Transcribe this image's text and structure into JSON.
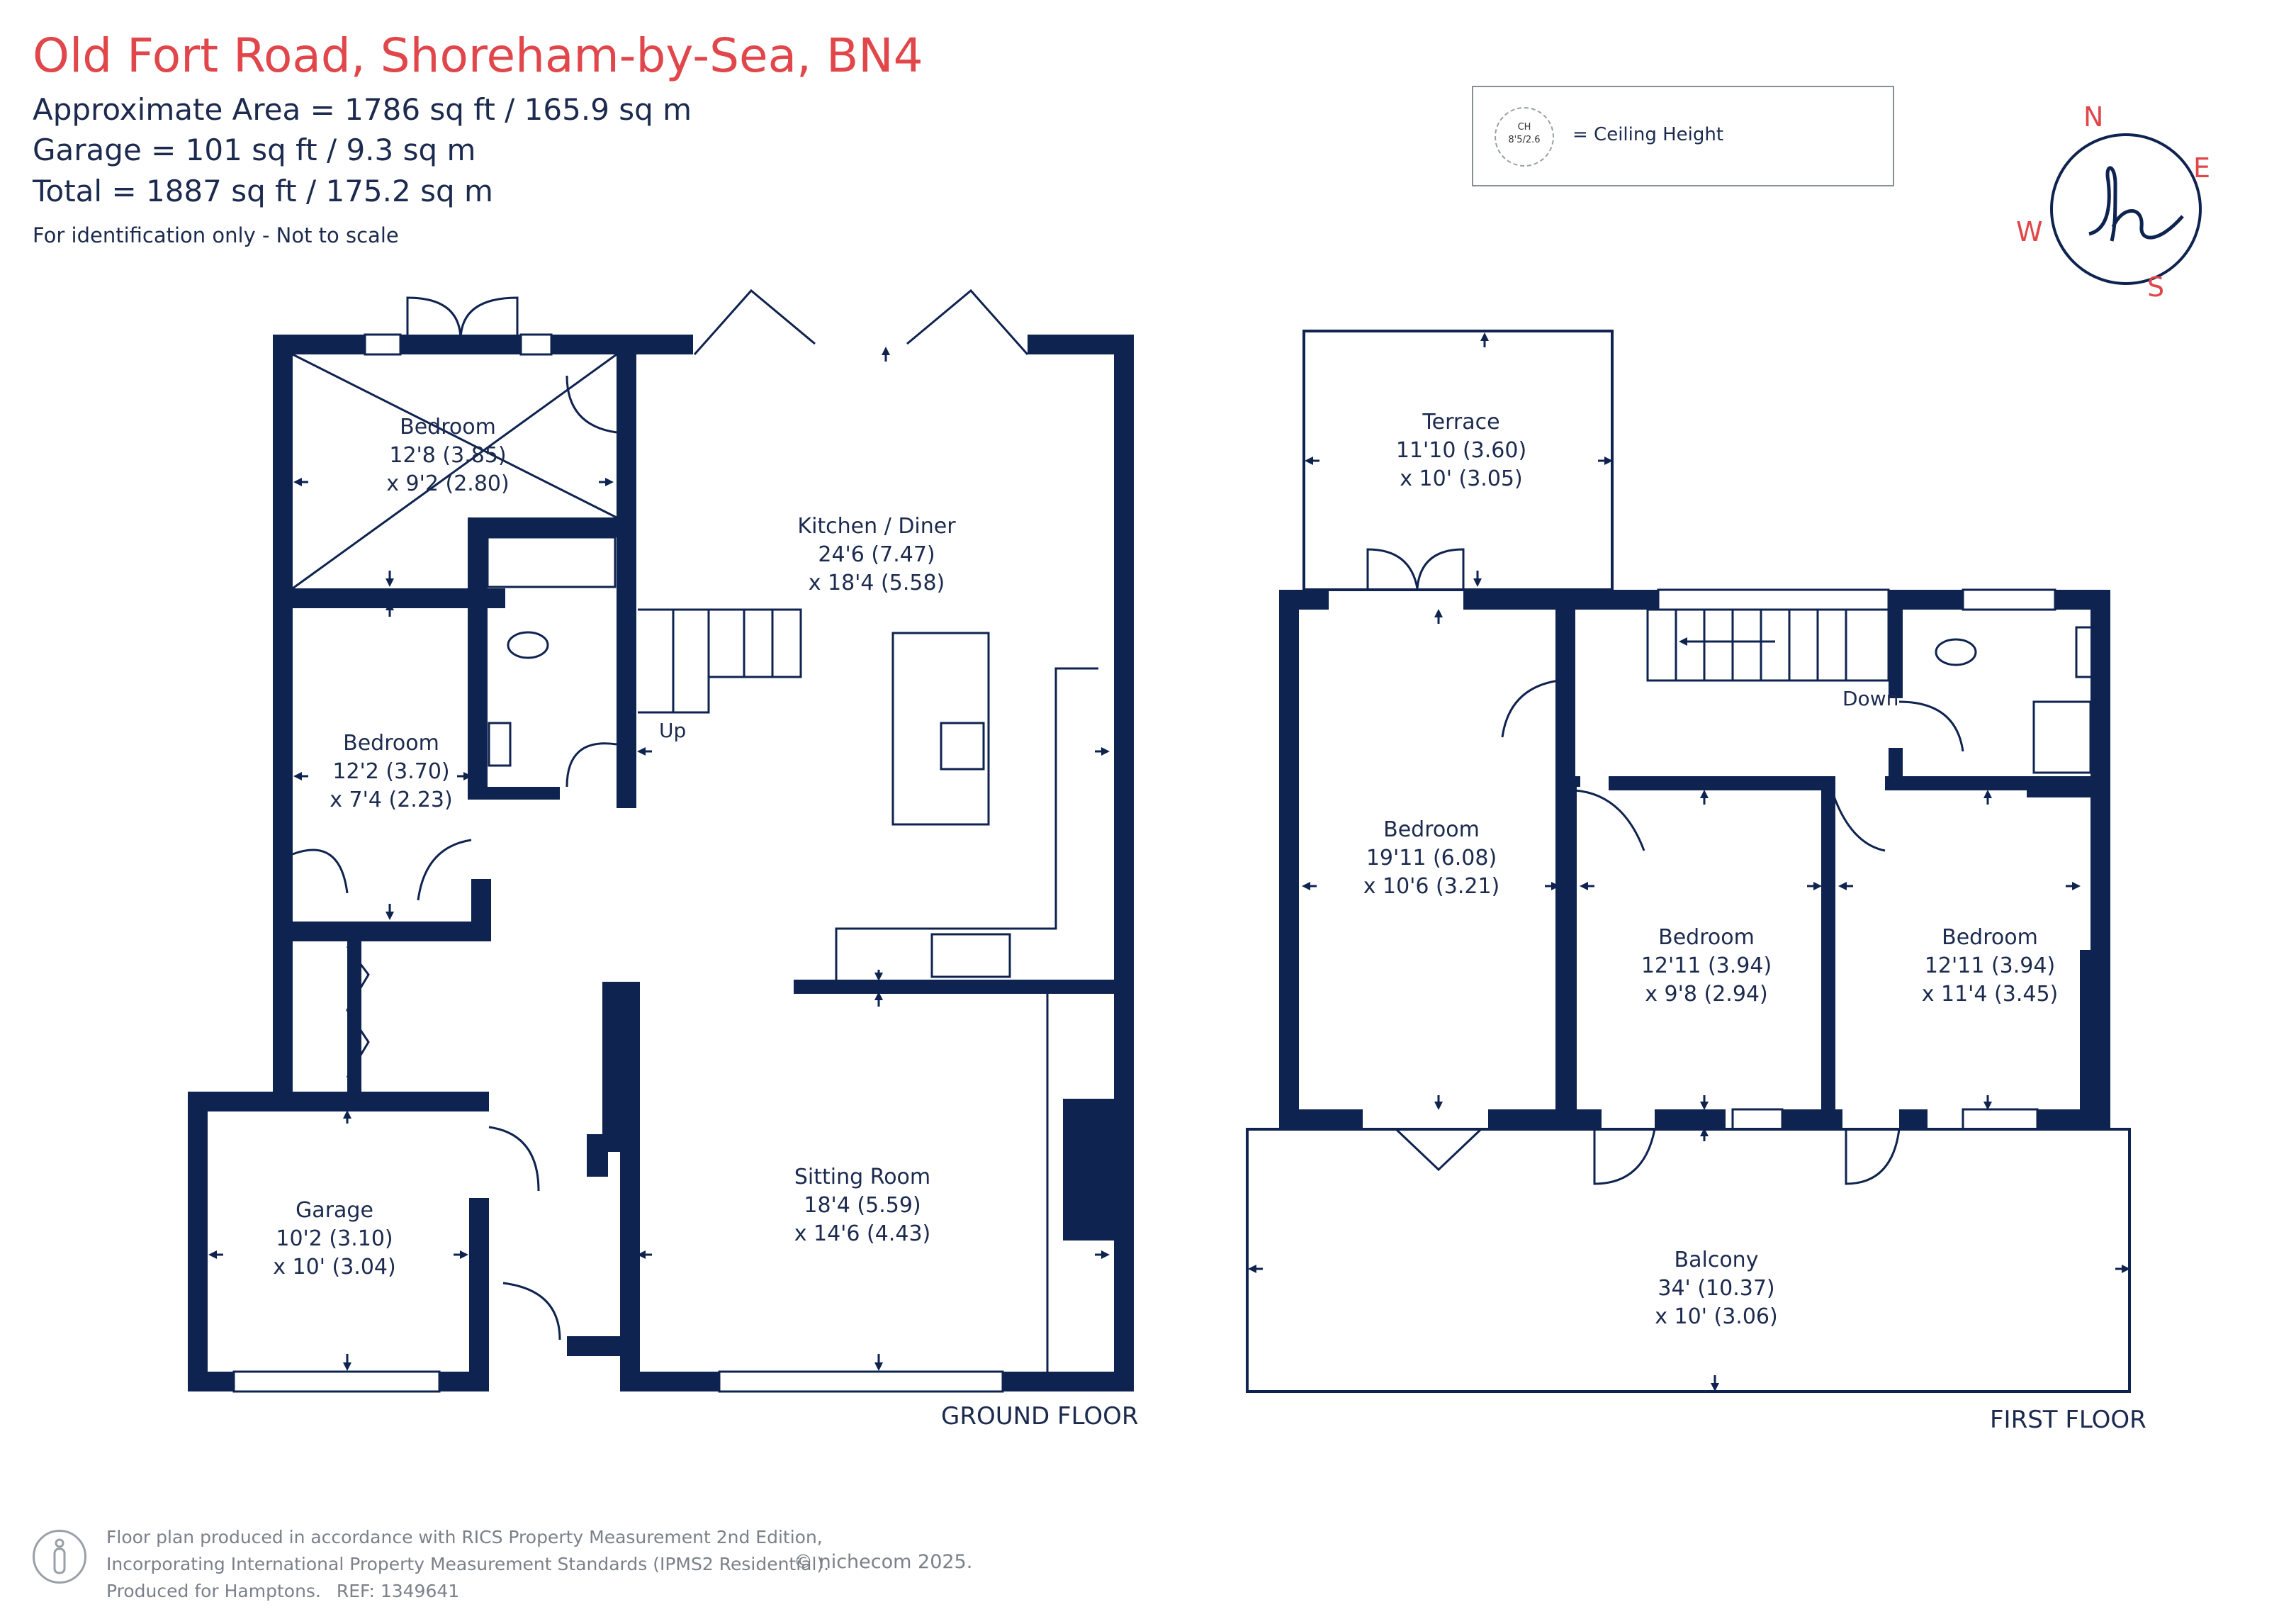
{
  "header": {
    "title": "Old Fort Road, Shoreham-by-Sea, BN4",
    "area_main": "Approximate Area = 1786 sq ft / 165.9 sq m",
    "area_garage": "Garage = 101 sq ft / 9.3 sq m",
    "area_total": "Total = 1887 sq ft / 175.2 sq m",
    "note": "For identification only - Not to scale"
  },
  "legend": {
    "badge_top": "CH",
    "badge_bottom": "8'5/2.6",
    "label": "= Ceiling Height"
  },
  "compass": {
    "n": "N",
    "e": "E",
    "s": "S",
    "w": "W",
    "logo": "h"
  },
  "colors": {
    "wall": "#0f2350",
    "accent": "#e0464a"
  },
  "ground_floor": {
    "label": "GROUND FLOOR",
    "rooms": {
      "bedroom1": {
        "name": "Bedroom",
        "dim1": "12'8 (3.85)",
        "dim2": "x 9'2 (2.80)"
      },
      "kitchen": {
        "name": "Kitchen / Diner",
        "dim1": "24'6 (7.47)",
        "dim2": "x 18'4 (5.58)"
      },
      "bedroom2": {
        "name": "Bedroom",
        "dim1": "12'2 (3.70)",
        "dim2": "x 7'4 (2.23)"
      },
      "sitting": {
        "name": "Sitting Room",
        "dim1": "18'4 (5.59)",
        "dim2": "x 14'6 (4.43)"
      },
      "garage": {
        "name": "Garage",
        "dim1": "10'2 (3.10)",
        "dim2": "x 10' (3.04)"
      }
    },
    "stairs_label": "Up"
  },
  "first_floor": {
    "label": "FIRST FLOOR",
    "rooms": {
      "terrace": {
        "name": "Terrace",
        "dim1": "11'10 (3.60)",
        "dim2": "x 10' (3.05)"
      },
      "bedroom_a": {
        "name": "Bedroom",
        "dim1": "19'11 (6.08)",
        "dim2": "x 10'6 (3.21)"
      },
      "bedroom_b": {
        "name": "Bedroom",
        "dim1": "12'11 (3.94)",
        "dim2": "x 9'8 (2.94)"
      },
      "bedroom_c": {
        "name": "Bedroom",
        "dim1": "12'11 (3.94)",
        "dim2": "x 11'4 (3.45)"
      },
      "balcony": {
        "name": "Balcony",
        "dim1": "34' (10.37)",
        "dim2": "x 10' (3.06)"
      }
    },
    "stairs_label": "Down"
  },
  "footer": {
    "line1": "Floor plan produced in accordance with RICS Property Measurement 2nd Edition,",
    "line2": "Incorporating International Property Measurement Standards (IPMS2 Residential).",
    "line3_a": "Produced for Hamptons.",
    "line3_b": "REF: 1349641",
    "copyright": "© nichecom 2025."
  }
}
